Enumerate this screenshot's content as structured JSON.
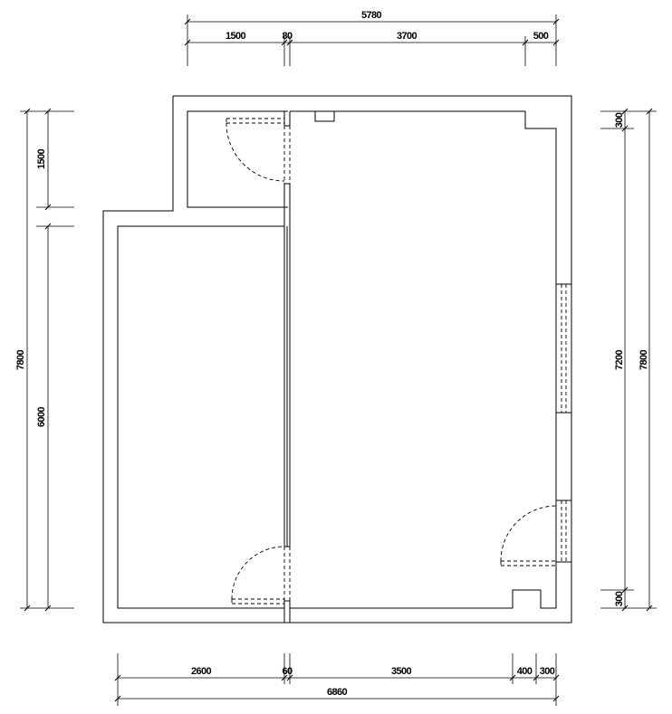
{
  "dimensions": {
    "top_overall": "5780",
    "top_seg_1": "1500",
    "top_seg_2": "80",
    "top_seg_3": "3700",
    "top_seg_4": "500",
    "left_overall": "7800",
    "left_seg_1": "1500",
    "left_seg_2": "6000",
    "right_overall": "7800",
    "right_seg_1": "300",
    "right_seg_2": "7200",
    "right_seg_3": "300",
    "bottom_seg_1": "2600",
    "bottom_seg_2": "60",
    "bottom_seg_3": "3500",
    "bottom_seg_4": "400",
    "bottom_seg_5": "300",
    "bottom_overall": "6860"
  }
}
